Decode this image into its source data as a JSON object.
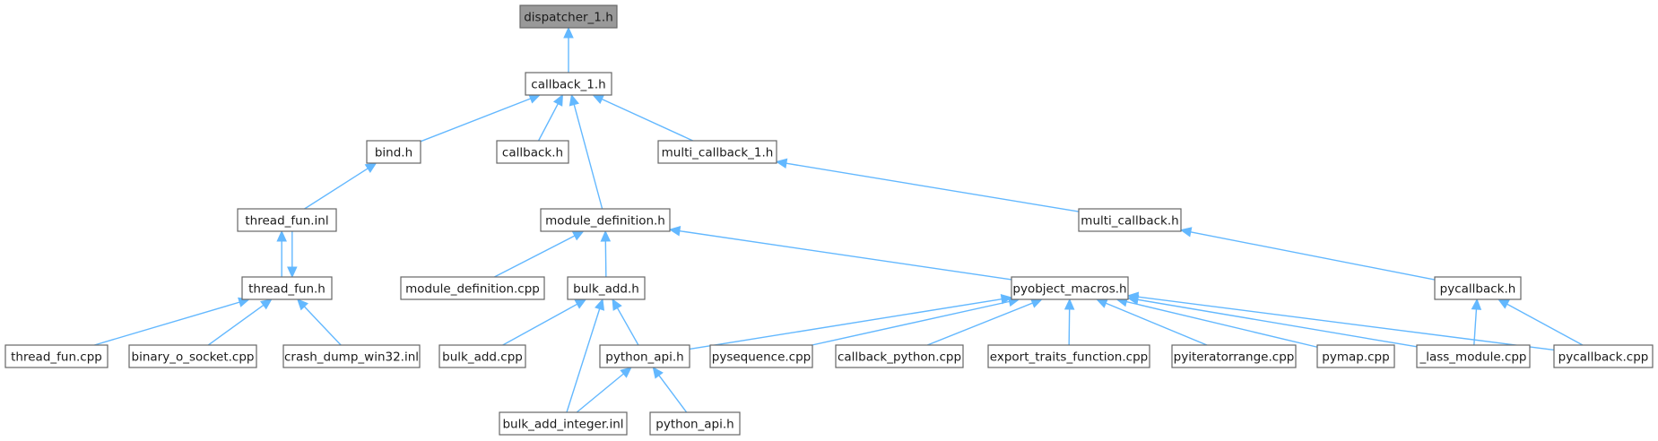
{
  "diagram": {
    "type": "include-dependency-graph",
    "edge_color": "#63b8ff",
    "root_fill": "#999999",
    "node_border": "#666666",
    "nodes": [
      {
        "id": "dispatcher_1_h",
        "label": "dispatcher_1.h",
        "root": true
      },
      {
        "id": "callback_1_h",
        "label": "callback_1.h"
      },
      {
        "id": "bind_h",
        "label": "bind.h"
      },
      {
        "id": "callback_h",
        "label": "callback.h"
      },
      {
        "id": "multi_callback_1_h",
        "label": "multi_callback_1.h"
      },
      {
        "id": "thread_fun_inl",
        "label": "thread_fun.inl"
      },
      {
        "id": "module_definition_h",
        "label": "module_definition.h"
      },
      {
        "id": "multi_callback_h",
        "label": "multi_callback.h"
      },
      {
        "id": "thread_fun_h",
        "label": "thread_fun.h"
      },
      {
        "id": "module_definition_cpp",
        "label": "module_definition.cpp"
      },
      {
        "id": "bulk_add_h",
        "label": "bulk_add.h"
      },
      {
        "id": "pyobject_macros_h",
        "label": "pyobject_macros.h"
      },
      {
        "id": "pycallback_h",
        "label": "pycallback.h"
      },
      {
        "id": "thread_fun_cpp",
        "label": "thread_fun.cpp"
      },
      {
        "id": "binary_o_socket_cpp",
        "label": "binary_o_socket.cpp"
      },
      {
        "id": "crash_dump_win32_inl",
        "label": "crash_dump_win32.inl"
      },
      {
        "id": "bulk_add_cpp",
        "label": "bulk_add.cpp"
      },
      {
        "id": "python_api_h",
        "label": "python_api.h"
      },
      {
        "id": "pysequence_cpp",
        "label": "pysequence.cpp"
      },
      {
        "id": "callback_python_cpp",
        "label": "callback_python.cpp"
      },
      {
        "id": "export_traits_function_cpp",
        "label": "export_traits_function.cpp"
      },
      {
        "id": "pyiteratorrange_cpp",
        "label": "pyiteratorrange.cpp"
      },
      {
        "id": "pymap_cpp",
        "label": "pymap.cpp"
      },
      {
        "id": "lass_module_cpp",
        "label": "_lass_module.cpp"
      },
      {
        "id": "pycallback_cpp",
        "label": "pycallback.cpp"
      },
      {
        "id": "bulk_add_integer_inl",
        "label": "bulk_add_integer.inl"
      },
      {
        "id": "python_api_h_2",
        "label": "python_api.h"
      }
    ],
    "edges": [
      {
        "from": "callback_1_h",
        "to": "dispatcher_1_h"
      },
      {
        "from": "bind_h",
        "to": "callback_1_h"
      },
      {
        "from": "callback_h",
        "to": "callback_1_h"
      },
      {
        "from": "module_definition_h",
        "to": "callback_1_h"
      },
      {
        "from": "multi_callback_1_h",
        "to": "callback_1_h"
      },
      {
        "from": "thread_fun_inl",
        "to": "bind_h"
      },
      {
        "from": "multi_callback_h",
        "to": "multi_callback_1_h"
      },
      {
        "from": "thread_fun_h",
        "to": "thread_fun_inl"
      },
      {
        "from": "thread_fun_inl",
        "to": "thread_fun_h"
      },
      {
        "from": "thread_fun_cpp",
        "to": "thread_fun_h"
      },
      {
        "from": "binary_o_socket_cpp",
        "to": "thread_fun_h"
      },
      {
        "from": "crash_dump_win32_inl",
        "to": "thread_fun_h"
      },
      {
        "from": "module_definition_cpp",
        "to": "module_definition_h"
      },
      {
        "from": "bulk_add_h",
        "to": "module_definition_h"
      },
      {
        "from": "pyobject_macros_h",
        "to": "module_definition_h"
      },
      {
        "from": "pycallback_h",
        "to": "multi_callback_h"
      },
      {
        "from": "bulk_add_cpp",
        "to": "bulk_add_h"
      },
      {
        "from": "python_api_h",
        "to": "bulk_add_h"
      },
      {
        "from": "bulk_add_integer_inl",
        "to": "bulk_add_h"
      },
      {
        "from": "python_api_h",
        "to": "pyobject_macros_h"
      },
      {
        "from": "pysequence_cpp",
        "to": "pyobject_macros_h"
      },
      {
        "from": "callback_python_cpp",
        "to": "pyobject_macros_h"
      },
      {
        "from": "export_traits_function_cpp",
        "to": "pyobject_macros_h"
      },
      {
        "from": "pyiteratorrange_cpp",
        "to": "pyobject_macros_h"
      },
      {
        "from": "pymap_cpp",
        "to": "pyobject_macros_h"
      },
      {
        "from": "lass_module_cpp",
        "to": "pyobject_macros_h"
      },
      {
        "from": "pycallback_cpp",
        "to": "pyobject_macros_h"
      },
      {
        "from": "lass_module_cpp",
        "to": "pycallback_h"
      },
      {
        "from": "pycallback_cpp",
        "to": "pycallback_h"
      },
      {
        "from": "bulk_add_integer_inl",
        "to": "python_api_h"
      },
      {
        "from": "python_api_h_2",
        "to": "python_api_h"
      }
    ]
  }
}
